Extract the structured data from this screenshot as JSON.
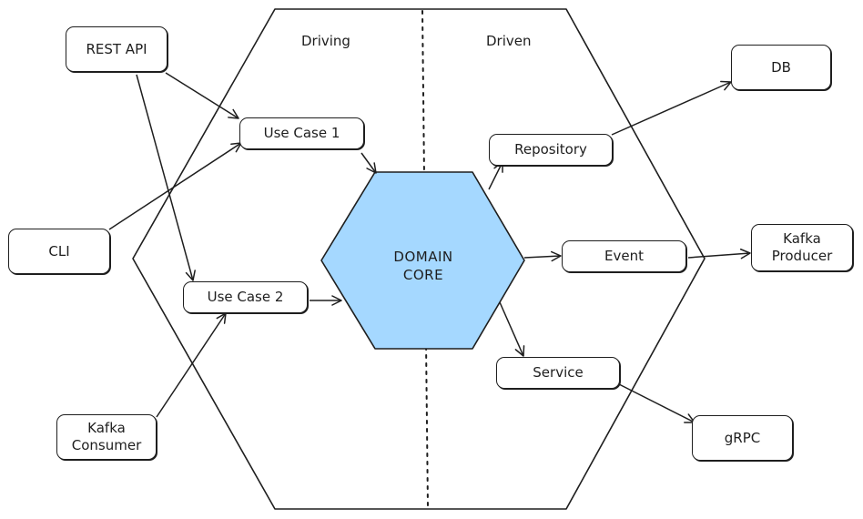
{
  "sections": {
    "driving": "Driving",
    "driven": "Driven"
  },
  "core": {
    "label": "DOMAIN\nCORE",
    "fill": "#a5d8ff"
  },
  "nodes": {
    "rest_api": "REST API",
    "cli": "CLI",
    "kafka_consumer": "Kafka\nConsumer",
    "use_case_1": "Use Case 1",
    "use_case_2": "Use Case 2",
    "repository": "Repository",
    "event": "Event",
    "service": "Service",
    "db": "DB",
    "kafka_producer": "Kafka\nProducer",
    "grpc": "gRPC"
  },
  "connections": [
    {
      "from": "REST API",
      "to": "Use Case 1"
    },
    {
      "from": "REST API",
      "to": "Use Case 2"
    },
    {
      "from": "CLI",
      "to": "Use Case 1"
    },
    {
      "from": "Kafka Consumer",
      "to": "Use Case 2"
    },
    {
      "from": "Use Case 1",
      "to": "DOMAIN CORE"
    },
    {
      "from": "Use Case 2",
      "to": "DOMAIN CORE"
    },
    {
      "from": "DOMAIN CORE",
      "to": "Repository"
    },
    {
      "from": "DOMAIN CORE",
      "to": "Event"
    },
    {
      "from": "DOMAIN CORE",
      "to": "Service"
    },
    {
      "from": "Repository",
      "to": "DB"
    },
    {
      "from": "Event",
      "to": "Kafka Producer"
    },
    {
      "from": "Service",
      "to": "gRPC"
    }
  ]
}
